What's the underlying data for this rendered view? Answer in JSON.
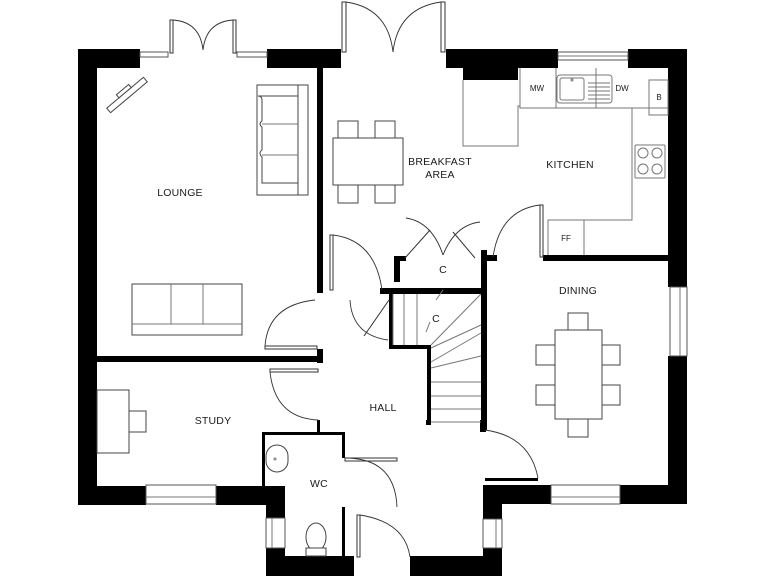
{
  "plan": {
    "type": "ground-floor-plan",
    "rooms": [
      {
        "id": "lounge",
        "label": "LOUNGE"
      },
      {
        "id": "breakfast",
        "label_line1": "BREAKFAST",
        "label_line2": "AREA"
      },
      {
        "id": "kitchen",
        "label": "KITCHEN"
      },
      {
        "id": "dining",
        "label": "DINING"
      },
      {
        "id": "study",
        "label": "STUDY"
      },
      {
        "id": "hall",
        "label": "HALL"
      },
      {
        "id": "wc",
        "label": "WC"
      },
      {
        "id": "cupboard-1",
        "label": "C"
      },
      {
        "id": "cupboard-2",
        "label": "C"
      }
    ],
    "appliances": {
      "microwave": "MW",
      "dishwasher": "DW",
      "boiler": "B",
      "fridge_freezer": "FF"
    },
    "colors": {
      "wall": "#000000",
      "line": "#333333",
      "background": "#ffffff"
    }
  }
}
